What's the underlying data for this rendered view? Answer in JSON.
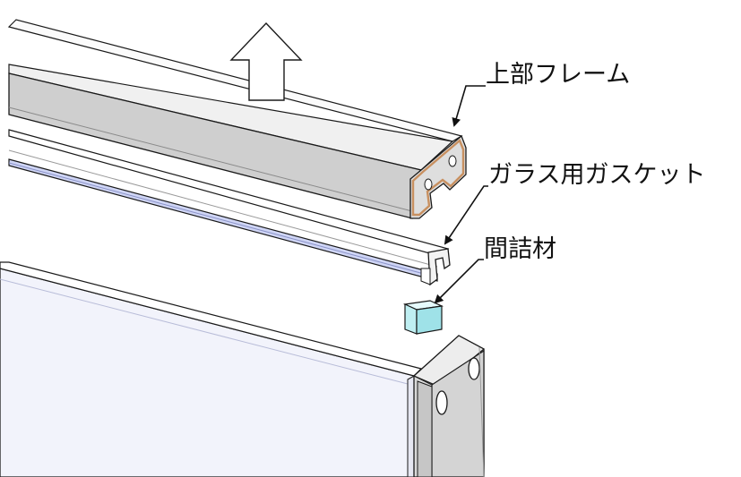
{
  "labels": {
    "top_frame": "上部フレーム",
    "glass_gasket": "ガラス用ガスケット",
    "spacer": "間詰材"
  },
  "colors": {
    "frame_face": "#d0d0d0",
    "frame_top": "#fbfbfb",
    "frame_end_cap": "#c89060",
    "gasket_face": "#ffffff",
    "gasket_underside": "#cfd5f5",
    "spacer_fill": "#bfeff2",
    "glass_panel": "#f0f1fb",
    "side_frame": "#d8d8d8",
    "outline": "#1a1a1a"
  },
  "icons": {
    "lift_arrow": "up-arrow-icon"
  }
}
